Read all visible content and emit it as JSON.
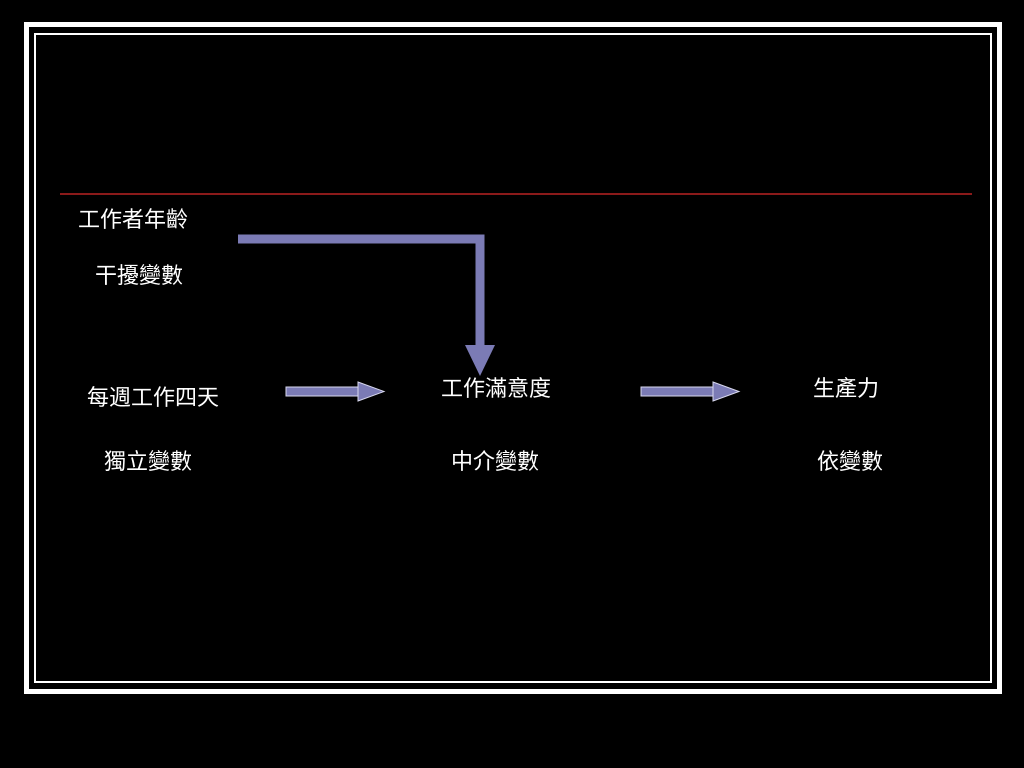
{
  "slide": {
    "accent_line_color": "#8b1a1a",
    "arrow_color": "#7b7bb5",
    "frame_color": "#ffffff"
  },
  "nodes": {
    "confounder": {
      "name": "工作者年齡",
      "role": "干擾變數"
    },
    "independent": {
      "name": "每週工作四天",
      "role": "獨立變數"
    },
    "mediator": {
      "name": "工作滿意度",
      "role": "中介變數"
    },
    "dependent": {
      "name": "生產力",
      "role": "依變數"
    }
  },
  "edges": [
    {
      "from": "confounder",
      "to": "mediator"
    },
    {
      "from": "independent",
      "to": "mediator"
    },
    {
      "from": "mediator",
      "to": "dependent"
    }
  ]
}
